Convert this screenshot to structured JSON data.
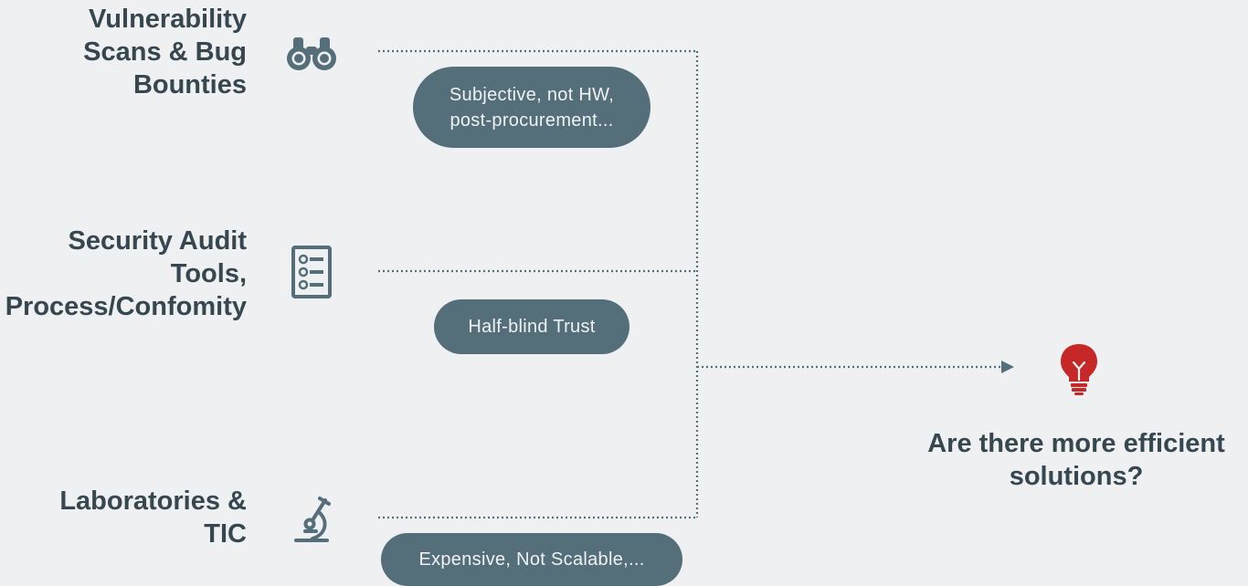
{
  "sources": [
    {
      "label_lines": [
        "Vulnerability",
        "Scans & Bug",
        "Bounties"
      ],
      "icon": "binoculars-icon",
      "limitation_lines": [
        "Subjective, not HW,",
        "post-procurement..."
      ]
    },
    {
      "label_lines": [
        "Security Audit",
        "Tools,",
        "Process/Confomity"
      ],
      "icon": "checklist-icon",
      "limitation_lines": [
        "Half-blind Trust"
      ]
    },
    {
      "label_lines": [
        "Laboratories &",
        "TIC"
      ],
      "icon": "microscope-icon",
      "limitation_lines": [
        "Expensive, Not Scalable,..."
      ]
    }
  ],
  "conclusion": {
    "icon": "lightbulb-icon",
    "lines": [
      "Are there more efficient",
      "solutions?"
    ]
  },
  "colors": {
    "background": "#eef0f1",
    "text": "#37474f",
    "pill": "#546e7a",
    "pill_text": "#eef2f4",
    "connector": "#546e7a",
    "accent": "#c62828"
  }
}
